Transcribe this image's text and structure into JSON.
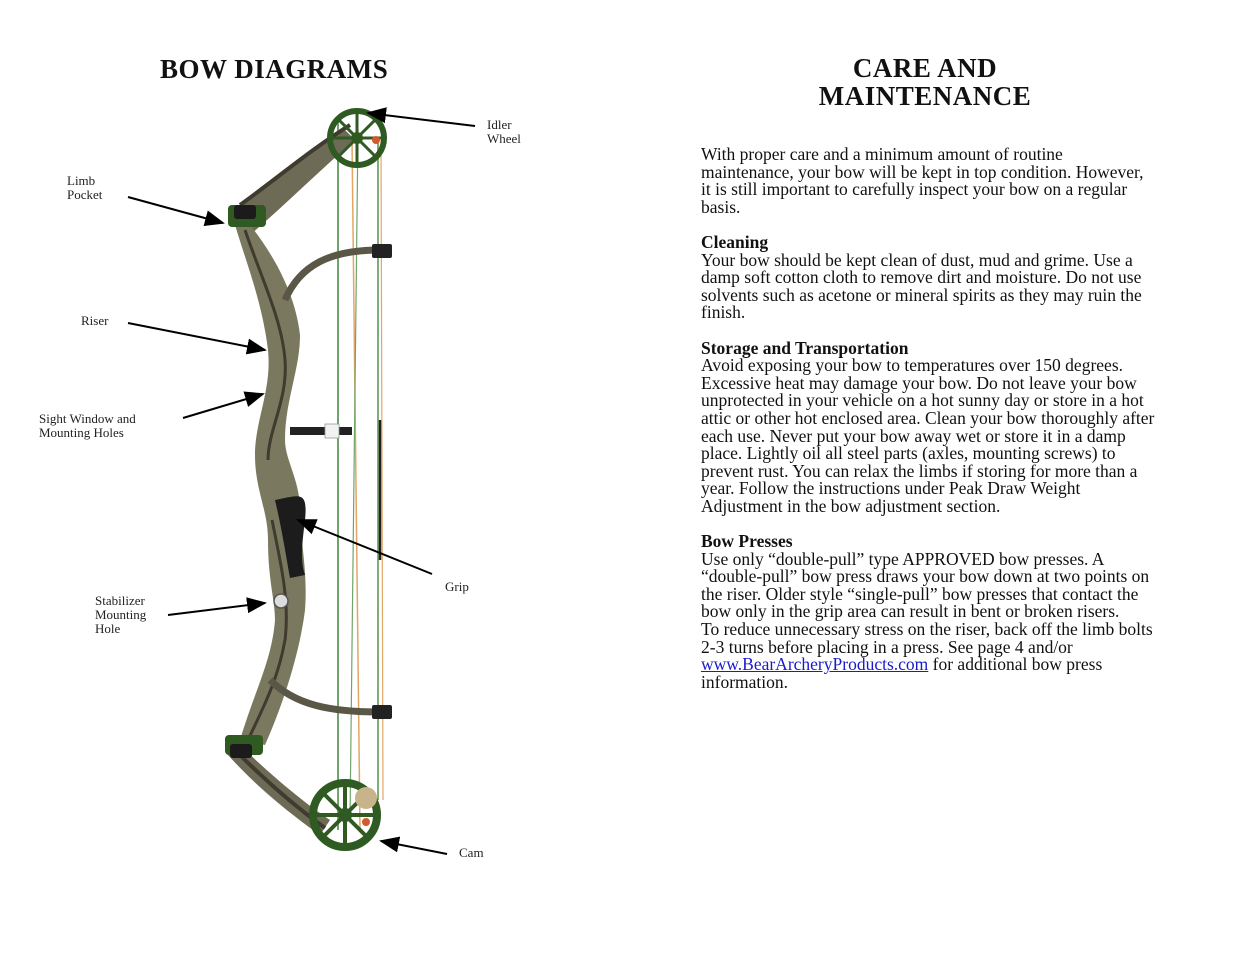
{
  "left_page": {
    "title": "BOW DIAGRAMS",
    "labels": {
      "idler_wheel": "Idler\nWheel",
      "limb_pocket": "Limb\nPocket",
      "riser": "Riser",
      "sight_window": "Sight Window and\nMounting Holes",
      "grip": "Grip",
      "stabilizer": "Stabilizer\nMounting\nHole",
      "cam": "Cam"
    },
    "colors": {
      "camo_dark": "#4a4636",
      "camo_light": "#8c8a73",
      "green_hardware": "#2f5a22",
      "string_green": "#6fa56a",
      "string_orange": "#e3a566"
    }
  },
  "right_page": {
    "title": "CARE AND MAINTENANCE",
    "intro": "With proper care and a minimum amount of routine maintenance, your bow will be kept in top condition. However, it is still important to carefully inspect your bow on a regular basis.",
    "sections": {
      "cleaning": {
        "heading": "Cleaning",
        "body": "Your bow should be kept clean of dust, mud and grime. Use a damp soft cotton cloth to remove dirt and moisture. Do not use solvents such as acetone or mineral spirits as they may ruin the finish."
      },
      "storage": {
        "heading": "Storage and Transportation",
        "body": "Avoid exposing your bow to temperatures over 150 degrees. Excessive heat may damage your bow. Do not leave your bow unprotected in your vehicle on a hot sunny day or store in a hot attic or other hot enclosed area. Clean your bow thoroughly after each use. Never put your bow away wet or store it in a damp place. Lightly oil all steel parts (axles, mounting screws) to prevent rust. You can relax the limbs if storing for more than a year. Follow the instructions under Peak Draw Weight Adjustment in the bow adjustment section."
      },
      "presses": {
        "heading": "Bow Presses",
        "body": "Use only “double-pull” type APPROVED bow presses. A “double-pull” bow press draws your bow down at two points on the riser. Older style “single-pull” bow presses that contact the bow only in the grip area can result in bent or broken risers.",
        "body2": "To reduce unnecessary stress on the riser, back off the limb bolts 2-3 turns before placing in a press. See page 4 and/or",
        "link": "www.BearArcheryProducts.com",
        "body3": " for additional bow press information."
      }
    }
  }
}
